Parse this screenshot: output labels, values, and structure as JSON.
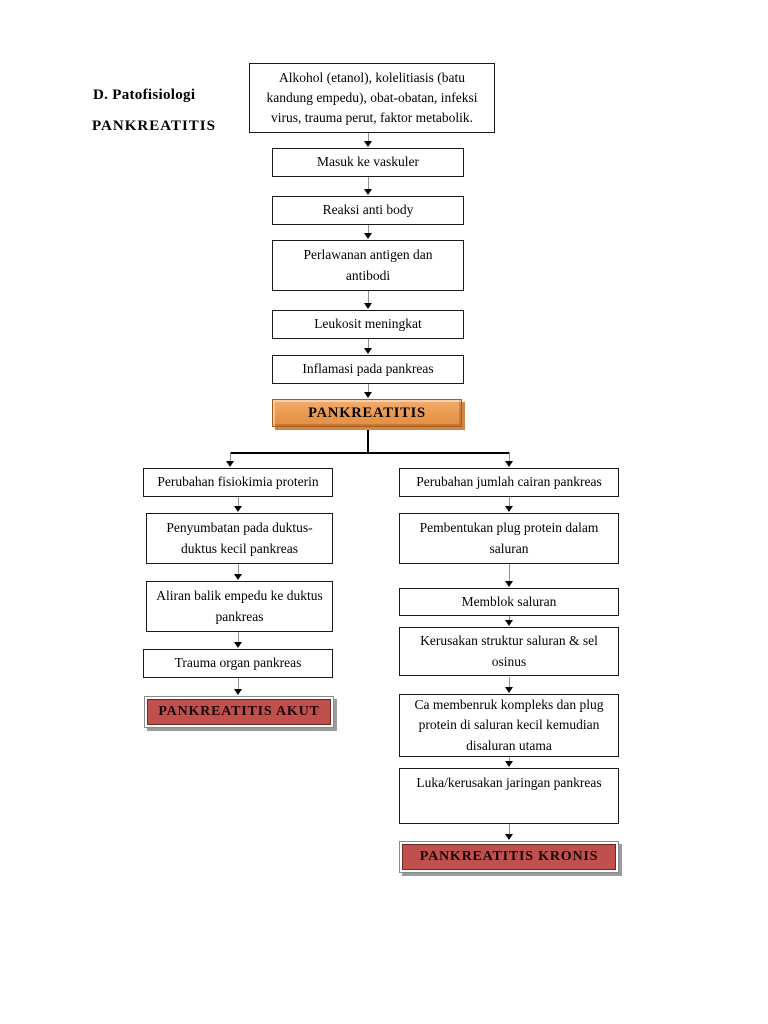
{
  "page": {
    "heading_line1": "D. Patofisiologi",
    "heading_line2": "PANKREATITIS"
  },
  "flow": {
    "cause": "Alkohol (etanol), kolelitiasis (batu kandung empedu), obat-obatan, infeksi virus, trauma perut, faktor metabolik.",
    "center": [
      "Masuk ke vaskuler",
      "Reaksi anti body",
      "Perlawanan antigen dan antibodi",
      "Leukosit meningkat",
      "Inflamasi pada pankreas"
    ],
    "pankreatitis": "PANKREATITIS",
    "left": [
      "Perubahan fisiokimia proterin",
      "Penyumbatan pada duktus-duktus kecil pankreas",
      "Aliran balik empedu ke duktus pankreas",
      "Trauma organ pankreas"
    ],
    "left_end": "PANKREATITIS AKUT",
    "right": [
      "Perubahan jumlah cairan pankreas",
      "Pembentukan plug protein dalam saluran",
      "Memblok saluran",
      "Kerusakan struktur saluran & sel osinus",
      "Ca membenruk kompleks dan plug protein di saluran kecil kemudian disaluran utama",
      "Luka/kerusakan jaringan pankreas"
    ],
    "right_end": "PANKREATITIS KRONIS"
  },
  "colors": {
    "orange_fill": "#EA9950",
    "orange_border": "#A85A1E",
    "red_fill": "#C0504D",
    "red_border": "#6E2823",
    "box_border": "#1A1A1A",
    "page_background": "#FFFFFF"
  }
}
